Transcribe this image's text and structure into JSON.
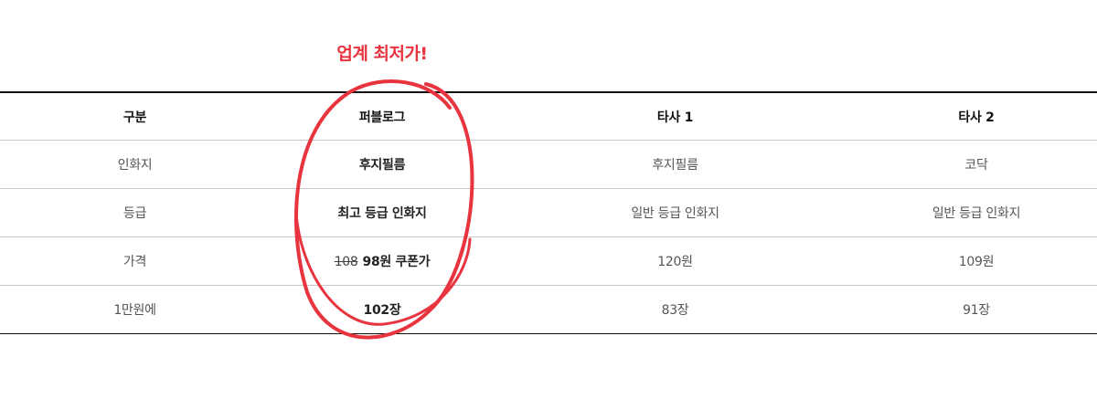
{
  "highlight": {
    "badge": "업계 최저가!",
    "color": "#e8343f"
  },
  "table": {
    "headers": [
      "구분",
      "퍼블로그",
      "타사 1",
      "타사 2"
    ],
    "rows": [
      {
        "label": "인화지",
        "ours": "후지필름",
        "c1": "후지필름",
        "c2": "코닥"
      },
      {
        "label": "등급",
        "ours": "최고 등급 인화지",
        "c1": "일반 등급 인화지",
        "c2": "일반 등급 인화지"
      },
      {
        "label": "가격",
        "ours_old": "108",
        "ours": "98원 쿠폰가",
        "c1": "120원",
        "c2": "109원"
      },
      {
        "label": "1만원에",
        "ours": "102장",
        "c1": "83장",
        "c2": "91장"
      }
    ]
  }
}
